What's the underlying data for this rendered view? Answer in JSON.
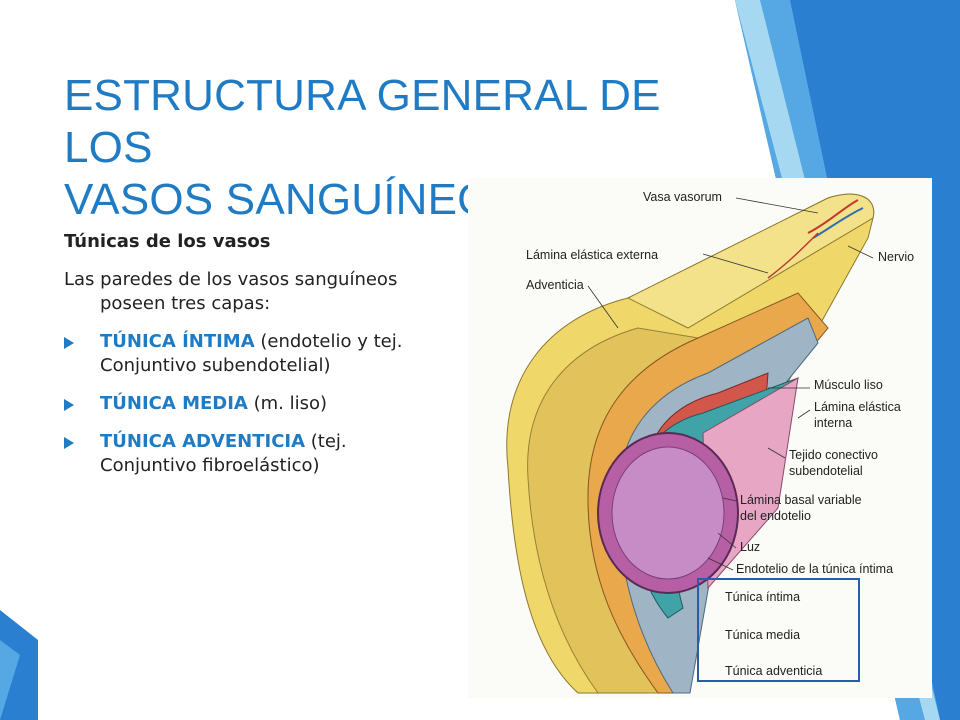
{
  "slide": {
    "title_line1": "ESTRUCTURA GENERAL DE LOS",
    "title_line2": "VASOS SANGUÍNEOS",
    "subheading": "Túnicas de los vasos",
    "paragraph": "Las paredes de los vasos sanguíneos poseen tres capas:",
    "bullets": [
      {
        "keyword": "TÚNICA ÍNTIMA",
        "detail": " (endotelio y tej. Conjuntivo subendotelial)"
      },
      {
        "keyword": "TÚNICA MEDIA",
        "detail": " (m. liso)"
      },
      {
        "keyword": "TÚNICA ADVENTICIA",
        "detail": " (tej. Conjuntivo fibroelástico)"
      }
    ]
  },
  "figure": {
    "labels": {
      "vasa_vasorum": "Vasa vasorum",
      "lamina_externa": "Lámina elástica externa",
      "nervio": "Nervio",
      "adventicia": "Adventicia",
      "musculo_liso": "Músculo liso",
      "lamina_interna_1": "Lámina elástica",
      "lamina_interna_2": "interna",
      "tejido_1": "Tejido conectivo",
      "tejido_2": "subendotelial",
      "basal_1": "Lámina basal variable",
      "basal_2": "del endotelio",
      "luz": "Luz",
      "endotelio": "Endotelio de la túnica íntima",
      "tunica_intima": "Túnica íntima",
      "tunica_media": "Túnica media",
      "tunica_adventicia": "Túnica adventicia"
    }
  },
  "colors": {
    "accent": "#1f7cc4",
    "deco_blue": "#2b7fd0",
    "deco_light": "#9fd3ef",
    "legend_border": "#2a5ca8"
  }
}
